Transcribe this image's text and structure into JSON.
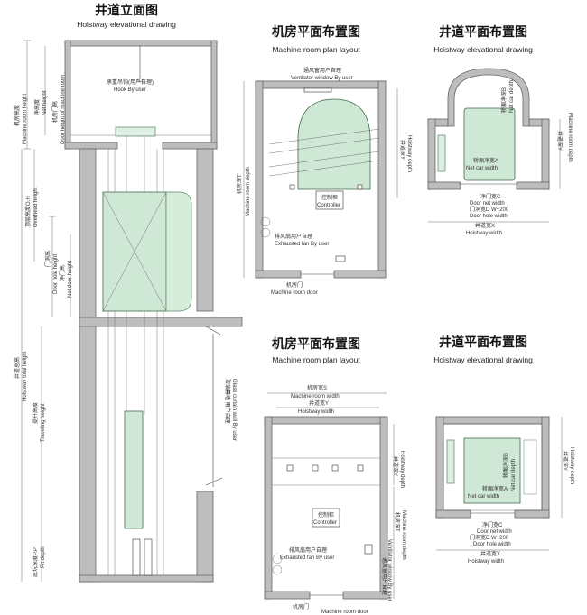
{
  "titles": {
    "elevation": {
      "zh": "井道立面图",
      "en": "Hoistway elevational drawing"
    },
    "mr1": {
      "zh": "机房平面布置图",
      "en": "Machine room plan layout"
    },
    "hw1": {
      "zh": "井道平面布置图",
      "en": "Hoistway elevational drawing"
    },
    "mr2": {
      "zh": "机房平面布置图",
      "en": "Machine room plan layout"
    },
    "hw2": {
      "zh": "井道平面布置图",
      "en": "Hoistway elevational drawing"
    }
  },
  "elevation": {
    "hook": "承重吊钩(用户自理)",
    "hook_en": "Hook By user",
    "mr_height": "机房高度",
    "mr_height_en": "Machine room height",
    "net_height": "净高度",
    "net_height_en": "Net height",
    "mr_door_height": "机房门高",
    "mr_door_height_en": "Door height of machine room",
    "overhead": "顶层高度O.H",
    "overhead_en": "Overhead height",
    "door_hole_height": "门洞高",
    "door_hole_height_en": "Door hole height",
    "net_door": "净门高",
    "net_door_en": "Net door height",
    "hoistway_total": "井道总高",
    "hoistway_total_en": "Hoistway total height",
    "travel": "提升高度",
    "travel_en": "Traveling height",
    "pit": "底坑深度P.P",
    "pit_en": "Pit depth",
    "glass_curtain": "玻璃幕墙 用户自理",
    "glass_curtain_en": "Glass curtain wall By user"
  },
  "mr1": {
    "ventilator": "通风窗用户自理",
    "ventilator_en": "Ventilator window By user",
    "depth": "机房深T",
    "depth_en": "Machine room depth",
    "hoist_depth": "井道深Y",
    "hoist_depth_en": "Hoistway depth",
    "controller": "控制柜",
    "controller_en": "Controller",
    "fan": "排风扇用户自理",
    "fan_en": "Exhausted fan By user",
    "door": "机房门",
    "door_en": "Machine room door"
  },
  "hw1": {
    "car_depth": "轿厢净深B",
    "car_depth_en": "Net car depth",
    "car_width": "轿厢净宽A",
    "car_width_en": "Net car width",
    "hoist_depth": "井道深Y",
    "hoist_depth_en": "Machine room depth",
    "door_net": "净门宽C",
    "door_net_en": "Door net width",
    "door_hole": "门洞宽D W+200",
    "door_hole_en": "Door hole width",
    "hoist_width": "井道宽X",
    "hoist_width_en": "Hoistway width"
  },
  "mr2": {
    "mr_width": "机房宽S",
    "mr_width_en": "Machine room width",
    "hoist_width": "井道宽Y",
    "hoist_width_en": "Hoistway width",
    "hoist_depth": "井道深Y",
    "hoist_depth_en": "Hoistway depth",
    "mr_depth": "机房深T",
    "mr_depth_en": "Machine room depth",
    "ventilator": "通风窗用户自理",
    "ventilator_en": "Ventilator window By user",
    "controller": "控制柜",
    "controller_en": "Controller",
    "fan": "排风扇用户自理",
    "fan_en": "Exhausted fan By user",
    "door": "机房门",
    "door_en": "Machine room door"
  },
  "hw2": {
    "car_depth": "轿厢净深B",
    "car_depth_en": "Net car depth",
    "car_width": "轿厢净宽A",
    "car_width_en": "Net car width",
    "hoist_depth": "井道深Y",
    "hoist_depth_en": "Hoistway depth",
    "door_net": "净门宽C",
    "door_net_en": "Door net width",
    "door_hole": "门洞宽D W+200",
    "door_hole_en": "Door hole width",
    "hoist_width": "井道宽X",
    "hoist_width_en": "Hoistway width"
  }
}
